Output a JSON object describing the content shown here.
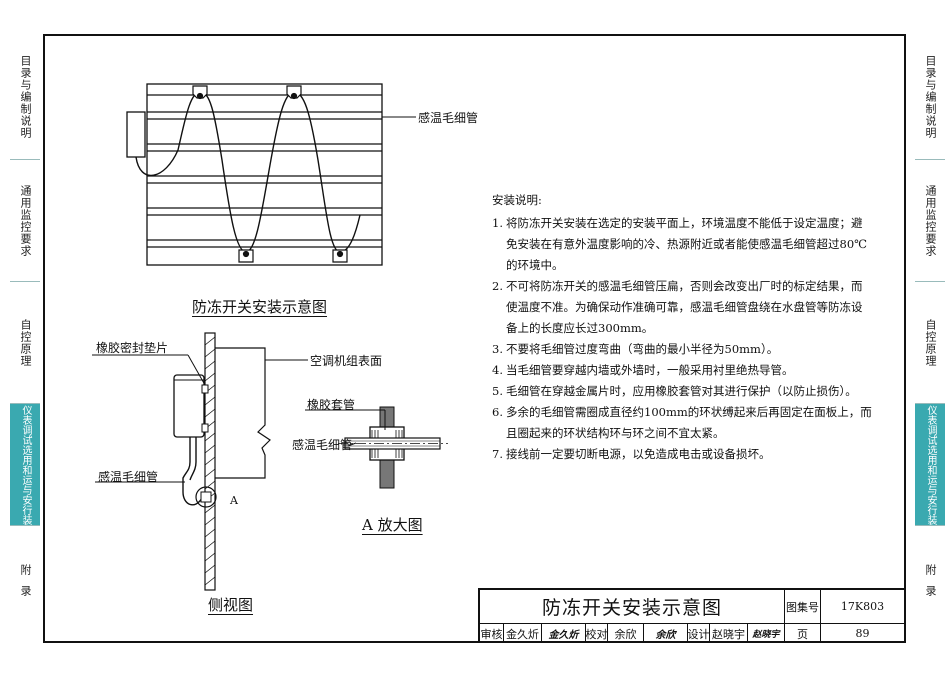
{
  "nav_left": [
    {
      "id": "directory",
      "label": "目录与编制说明",
      "active": false
    },
    {
      "id": "monitor",
      "label": "通用监控要求",
      "active": false
    },
    {
      "id": "control",
      "label": "自控原理",
      "active": false
    },
    {
      "id": "instrument",
      "label": "仪表调试选用和运与安行装",
      "active": true
    },
    {
      "id": "appendix",
      "label": "附录",
      "active": false
    }
  ],
  "nav_right": [
    {
      "id": "directory",
      "label": "目录与编制说明",
      "active": false
    },
    {
      "id": "monitor",
      "label": "通用监控要求",
      "active": false
    },
    {
      "id": "control",
      "label": "自控原理",
      "active": false
    },
    {
      "id": "instrument",
      "label": "仪表调试选用和运与安行装",
      "active": true
    },
    {
      "id": "appendix",
      "label": "附录",
      "active": false
    }
  ],
  "diagram": {
    "top_view": {
      "title": "防冻开关安装示意图",
      "capillary_label": "感温毛细管"
    },
    "side_view": {
      "title": "侧视图",
      "gasket_label": "橡胶密封垫片",
      "unit_surface_label": "空调机组表面",
      "capillary_label": "感温毛细管",
      "detail_marker": "A"
    },
    "detail": {
      "title": "A 放大图",
      "sleeve_label": "橡胶套管",
      "capillary_label": "感温毛细管"
    }
  },
  "notes": {
    "heading": "安装说明:",
    "items": [
      {
        "n": "1.",
        "text": "将防冻开关安装在选定的安装平面上，环境温度不能低于设定温度；避免安装在有意外温度影响的冷、热源附近或者能使感温毛细管超过80℃的环境中。"
      },
      {
        "n": "2.",
        "text": "不可将防冻开关的感温毛细管压扁，否则会改变出厂时的标定结果，而使温度不准。为确保动作准确可靠，感温毛细管盘绕在水盘管等防冻设备上的长度应长过300mm。"
      },
      {
        "n": "3.",
        "text": "不要将毛细管过度弯曲（弯曲的最小半径为50mm）。"
      },
      {
        "n": "4.",
        "text": "当毛细管要穿越内墙或外墙时，一般采用衬里绝热导管。"
      },
      {
        "n": "5.",
        "text": "毛细管在穿越金属片时，应用橡胶套管对其进行保护（以防止损伤）。"
      },
      {
        "n": "6.",
        "text": "多余的毛细管需圈成直径约100mm的环状缚起来后再固定在面板上，而且圈起来的环状结构环与环之间不宜太紧。"
      },
      {
        "n": "7.",
        "text": "接线前一定要切断电源，以免造成电击或设备损坏。"
      }
    ]
  },
  "title_block": {
    "title": "防冻开关安装示意图",
    "atlas_label": "图集号",
    "atlas_value": "17K803",
    "page_label": "页",
    "page_value": "89",
    "review_label": "审核",
    "review_name": "金久炘",
    "review_sig": "金久炘",
    "check_label": "校对",
    "check_name": "余欣",
    "check_sig": "余欣",
    "design_label": "设计",
    "design_name": "赵晓宇",
    "design_sig": "赵晓宇"
  }
}
